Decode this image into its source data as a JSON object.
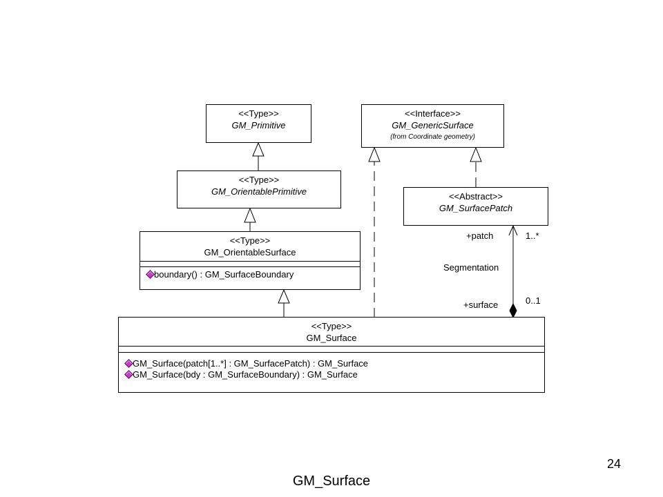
{
  "classes": {
    "primitive": {
      "stereotype": "<<Type>>",
      "name": "GM_Primitive"
    },
    "generic_surface": {
      "stereotype": "<<Interface>>",
      "name": "GM_GenericSurface",
      "from": "(from Coordinate geometry)"
    },
    "orientable_primitive": {
      "stereotype": "<<Type>>",
      "name": "GM_OrientablePrimitive"
    },
    "surface_patch": {
      "stereotype": "<<Abstract>>",
      "name": "GM_SurfacePatch"
    },
    "orientable_surface": {
      "stereotype": "<<Type>>",
      "name": "GM_OrientableSurface",
      "operations": [
        "boundary() : GM_SurfaceBoundary"
      ]
    },
    "surface": {
      "stereotype": "<<Type>>",
      "name": "GM_Surface",
      "operations": [
        "GM_Surface(patch[1..*] : GM_SurfacePatch) : GM_Surface",
        "GM_Surface(bdy : GM_SurfaceBoundary) : GM_Surface"
      ]
    }
  },
  "association": {
    "name": "Segmentation",
    "patch_role": "+patch",
    "patch_multiplicity": "1..*",
    "surface_role": "+surface",
    "surface_multiplicity": "0..1"
  },
  "page_number": "24",
  "footer_title": "GM_Surface",
  "colors": {
    "operation_icon": "#c040c0"
  }
}
